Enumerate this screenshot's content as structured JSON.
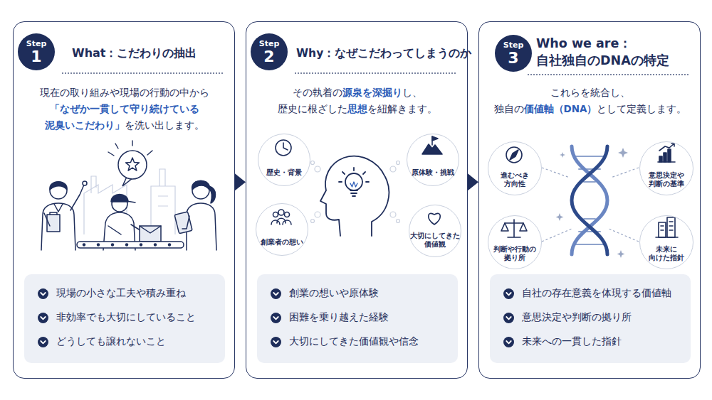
{
  "diagram": {
    "nodes": [
      {
        "text": [
          "What：こだわりの抽出",
          "現在の取り組みや現場の行動の中から",
          "「なぜか一貫して守り続けている 泥臭いこだわり」",
          "を洗い出します。"
        ]
      },
      {
        "text": [
          "Step",
          "1"
        ],
        "in": 0
      },
      {
        "text": [
          "現場の小さな工夫や積み重ね",
          "非効率でも大切にしていること",
          "どうしても譲れないこと"
        ],
        "in": 0
      },
      {
        "text": [
          "Why：なぜこだわってしまうのか",
          "その執着の",
          "源泉を深掘り",
          "し、",
          "歴史に根ざした",
          "思想",
          "を紐解きます。"
        ]
      },
      {
        "text": [
          "Step",
          "2"
        ],
        "in": 3
      },
      {
        "text": [
          "歴史・背景"
        ],
        "in": 3
      },
      {
        "text": [
          "原体験・挑戦"
        ],
        "in": 3
      },
      {
        "text": [
          "創業者の想い"
        ],
        "in": 3
      },
      {
        "text": [
          "大切にしてきた 価値観"
        ],
        "in": 3
      },
      {
        "text": [
          "創業の想いや原体験",
          "困難を乗り越えた経験",
          "大切にしてきた価値観や信念"
        ],
        "in": 3
      },
      {
        "text": [
          "Who we are： 自社独自のDNAの特定",
          "これらを統合し、",
          "独自の",
          "価値軸（DNA）",
          "として定義します。"
        ]
      },
      {
        "text": [
          "Step",
          "3"
        ],
        "in": 10
      },
      {
        "text": [
          "進むべき 方向性"
        ],
        "in": 10
      },
      {
        "text": [
          "意思決定や 判断の基準"
        ],
        "in": 10
      },
      {
        "text": [
          "判断や行動の 拠り所"
        ],
        "in": 10
      },
      {
        "text": [
          "未来に 向けた指針"
        ],
        "in": 10
      },
      {
        "text": [
          "自社の存在意義を体現する価値軸",
          "意思決定や判断の拠り所",
          "未来への一貫した指針"
        ],
        "in": 10
      }
    ],
    "edges": [
      {
        "from": 0,
        "to": 3,
        "arrow": "to"
      },
      {
        "from": 3,
        "to": 10,
        "arrow": "to"
      }
    ]
  }
}
